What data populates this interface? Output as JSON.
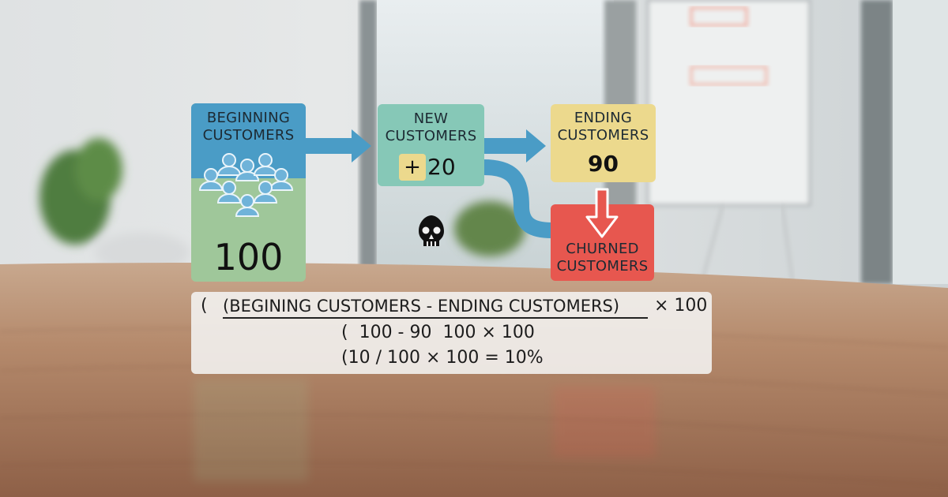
{
  "diagram": {
    "beginning": {
      "title_line1": "BEGINNING",
      "title_line2": "CUSTOMERS",
      "value": "100",
      "color_top": "#4a9cc6",
      "color_bottom": "#9fc79a"
    },
    "new": {
      "title_line1": "NEW",
      "title_line2": "CUSTOMERS",
      "plus": "+",
      "value": "20",
      "color": "#86c8b7"
    },
    "ending": {
      "title_line1": "ENDING",
      "title_line2": "CUSTOMERS",
      "value": "90",
      "color": "#ecd98d"
    },
    "churned": {
      "title_line1": "CHURNED",
      "title_line2": "CUSTOMERS",
      "color": "#e7574f"
    },
    "arrow_color": "#4a9cc6",
    "icons": [
      "people-group-icon",
      "skull-icon",
      "down-arrow-icon"
    ]
  },
  "formula": {
    "line1_open": "(",
    "line1_numerator": "(BEGINING CUSTOMERS - ENDING CUSTOMERS)",
    "line1_tail": "× 100",
    "line2": "(  100 - 90  100 × 100",
    "line3": "(10 / 100 × 100 = 10%"
  }
}
